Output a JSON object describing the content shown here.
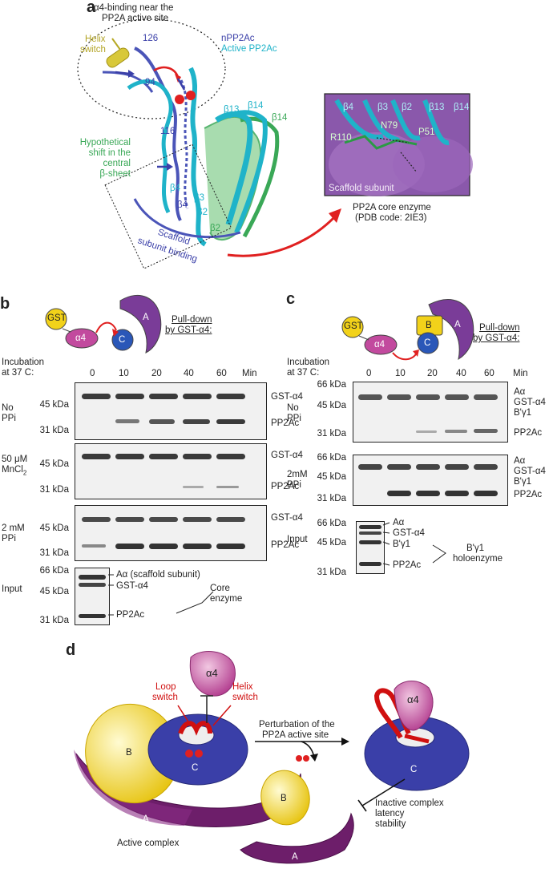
{
  "panels": {
    "a": "a",
    "b": "b",
    "c": "c",
    "d": "d"
  },
  "panel_a": {
    "binding_title_1": "α4-binding near the",
    "binding_title_2": "PP2A active site",
    "helix_1": "Helix",
    "helix_2": "switch",
    "res_126": "126",
    "res_94": "94",
    "res_116": "116",
    "legend_n": "nPP2Ac",
    "legend_active": "Active PP2Ac",
    "strand_b13": "β13",
    "strand_b14a": "β14",
    "strand_b14b": "β14",
    "strand_b4a": "β4",
    "strand_b3": "β3",
    "strand_b4b": "β4",
    "strand_b2a": "β2",
    "strand_b2b": "β2",
    "hyp_1": "Hypothetical",
    "hyp_2": "shift in the",
    "hyp_3": "central",
    "hyp_4": "β-sheet",
    "scaf_1": "Scaffold",
    "scaf_2": "subunit binding",
    "inset_b4": "β4",
    "inset_b3": "β3",
    "inset_b2": "β2",
    "inset_b13": "β13",
    "inset_b14": "β14",
    "inset_n79": "N79",
    "inset_r110": "R110",
    "inset_p51": "P51",
    "inset_scaffold": "Scaffold subunit",
    "core_1": "PP2A core enzyme",
    "core_2": "(PDB code: 2IE3)"
  },
  "panel_b": {
    "gst": "GST",
    "a4": "α4",
    "A": "A",
    "C": "C",
    "pull_1": "Pull-down",
    "pull_2": "by GST-α4:",
    "incub_1": "Incubation",
    "incub_2": "at 37 C:",
    "times": [
      "0",
      "10",
      "20",
      "40",
      "60"
    ],
    "min": "Min",
    "row1_1": "No",
    "row1_2": "PPi",
    "row2_1": "50 μM",
    "row2_2": "MnCl",
    "row2_sub": "2",
    "row3_1": "2 mM",
    "row3_2": "PPi",
    "input": "Input",
    "kda45": "45 kDa",
    "kda31": "31 kDa",
    "kda66": "66 kDa",
    "gst_a4": "GST-α4",
    "pp2ac": "PP2Ac",
    "aalpha": "Aα (scaffold subunit)",
    "core_1": "Core",
    "core_2": "enzyme"
  },
  "panel_c": {
    "gst": "GST",
    "a4": "α4",
    "A": "A",
    "B": "B",
    "C": "C",
    "pull_1": "Pull-down",
    "pull_2": "by GST-α4:",
    "incub_1": "Incubation",
    "incub_2": "at 37 C:",
    "times": [
      "0",
      "10",
      "20",
      "40",
      "60"
    ],
    "min": "Min",
    "row1_1": "No",
    "row1_2": "PPi",
    "row2_1": "2mM",
    "row2_2": "PPi",
    "input": "Input",
    "kda66": "66 kDa",
    "kda45": "45 kDa",
    "kda31": "31 kDa",
    "aalpha": "Aα",
    "gst_a4": "GST-α4",
    "bg1": "B'γ1",
    "pp2ac": "PP2Ac",
    "holo_1": "B'γ1",
    "holo_2": "holoenzyme"
  },
  "panel_d": {
    "a4_top": "α4",
    "a4_right": "α4",
    "loop_1": "Loop",
    "loop_2": "switch",
    "helix_1": "Helix",
    "helix_2": "switch",
    "B_left": "B",
    "C_left": "C",
    "A_left": "A",
    "pert_1": "Perturbation of the",
    "pert_2": "PP2A active site",
    "C_right": "C",
    "B_mid": "B",
    "A_mid": "A",
    "active": "Active complex",
    "inact_1": "Inactive complex",
    "inact_2": "latency",
    "inact_3": "stability"
  },
  "colors": {
    "cyan": "#1fb3c9",
    "navy": "#3a3fa8",
    "green": "#3aa857",
    "purple": "#7a3c98",
    "magenta": "#c24a9e",
    "yellow": "#f2d21a",
    "red": "#e02020",
    "blue": "#2a57b8"
  }
}
